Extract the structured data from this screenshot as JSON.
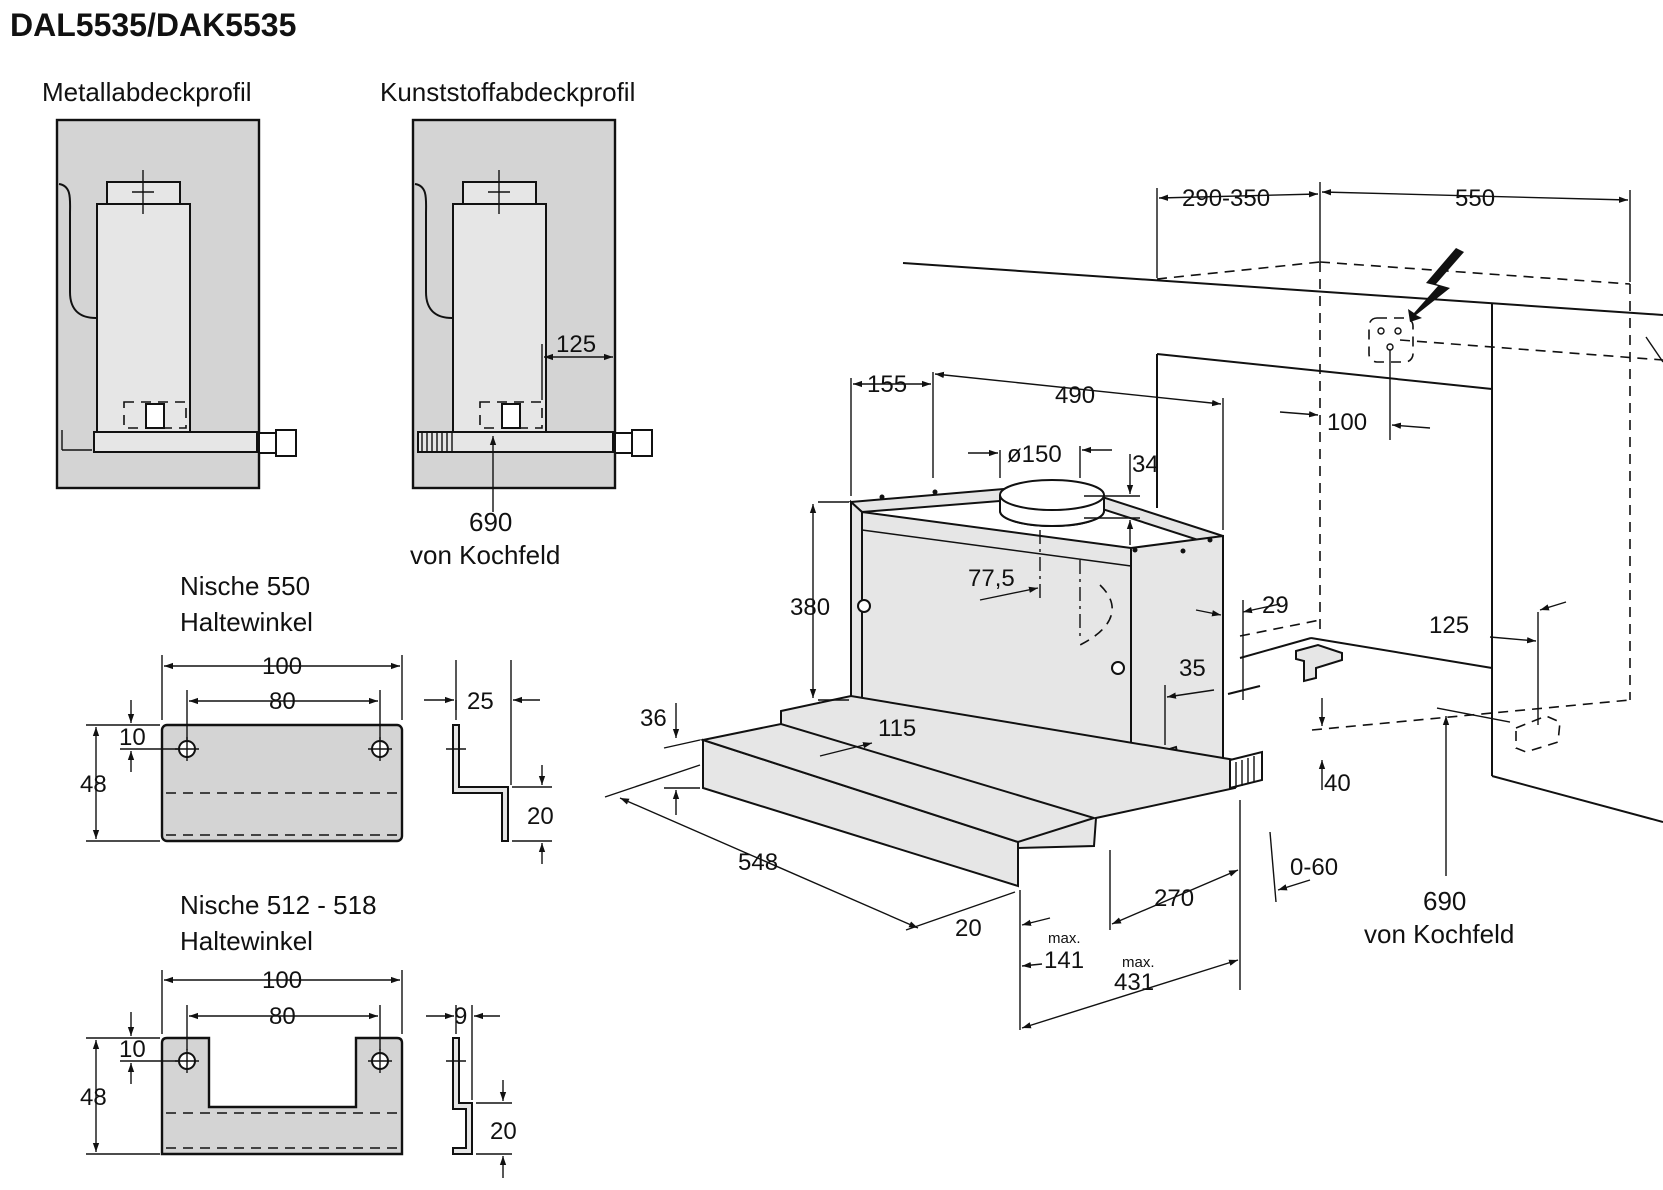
{
  "title": "DAL5535/DAK5535",
  "panels": {
    "metal_label": "Metallabdeckprofil",
    "plastic_label": "Kunststoffabdeckprofil",
    "plastic_dim_125": "125",
    "plastic_height_value": "690",
    "plastic_height_ref": "von Kochfeld"
  },
  "bracket_550": {
    "heading_line1": "Nische 550",
    "heading_line2": "Haltewinkel",
    "width": "100",
    "hole_spacing": "80",
    "hole_offset": "10",
    "height": "48",
    "profile_depth": "25",
    "profile_height": "20"
  },
  "bracket_512": {
    "heading_line1": "Nische 512 - 518",
    "heading_line2": "Haltewinkel",
    "width": "100",
    "hole_spacing": "80",
    "hole_offset": "10",
    "height": "48",
    "profile_depth": "9",
    "profile_height": "20"
  },
  "hood": {
    "dim_155": "155",
    "dim_490": "490",
    "dim_150": "ø150",
    "dim_34": "34",
    "dim_380": "380",
    "dim_77_5": "77,5",
    "dim_36": "36",
    "dim_115": "115",
    "dim_548": "548",
    "dim_20": "20",
    "max_label_a": "max.",
    "dim_141": "141",
    "max_label_b": "max.",
    "dim_431": "431",
    "dim_270": "270",
    "dim_29": "29",
    "dim_35": "35",
    "dim_40": "40",
    "dim_0_60": "0-60",
    "dim_290_350": "290-350",
    "dim_550": "550",
    "dim_100": "100",
    "dim_125": "125",
    "height_value": "690",
    "height_ref": "von Kochfeld"
  }
}
